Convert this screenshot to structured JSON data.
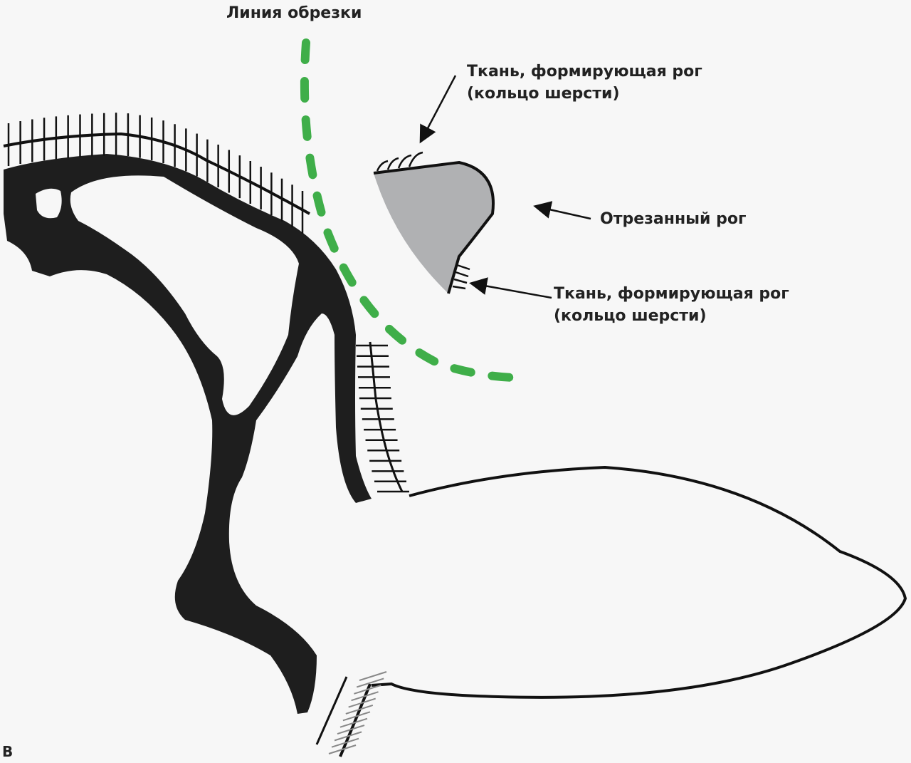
{
  "labels": {
    "trim_line": "Линия обрезки",
    "tissue_top_line1": "Ткань, формирующая рог",
    "tissue_top_line2": "(кольцо шерсти)",
    "cut_horn": "Отрезанный рог",
    "tissue_bottom_line1": "Ткань, формирующая рог",
    "tissue_bottom_line2": "(кольцо шерсти)",
    "panel_letter": "В"
  },
  "colors": {
    "background": "#f7f7f7",
    "bone": "#1e1e1e",
    "trim_line": "#3fae49",
    "cut_horn": "#b0b1b3"
  }
}
